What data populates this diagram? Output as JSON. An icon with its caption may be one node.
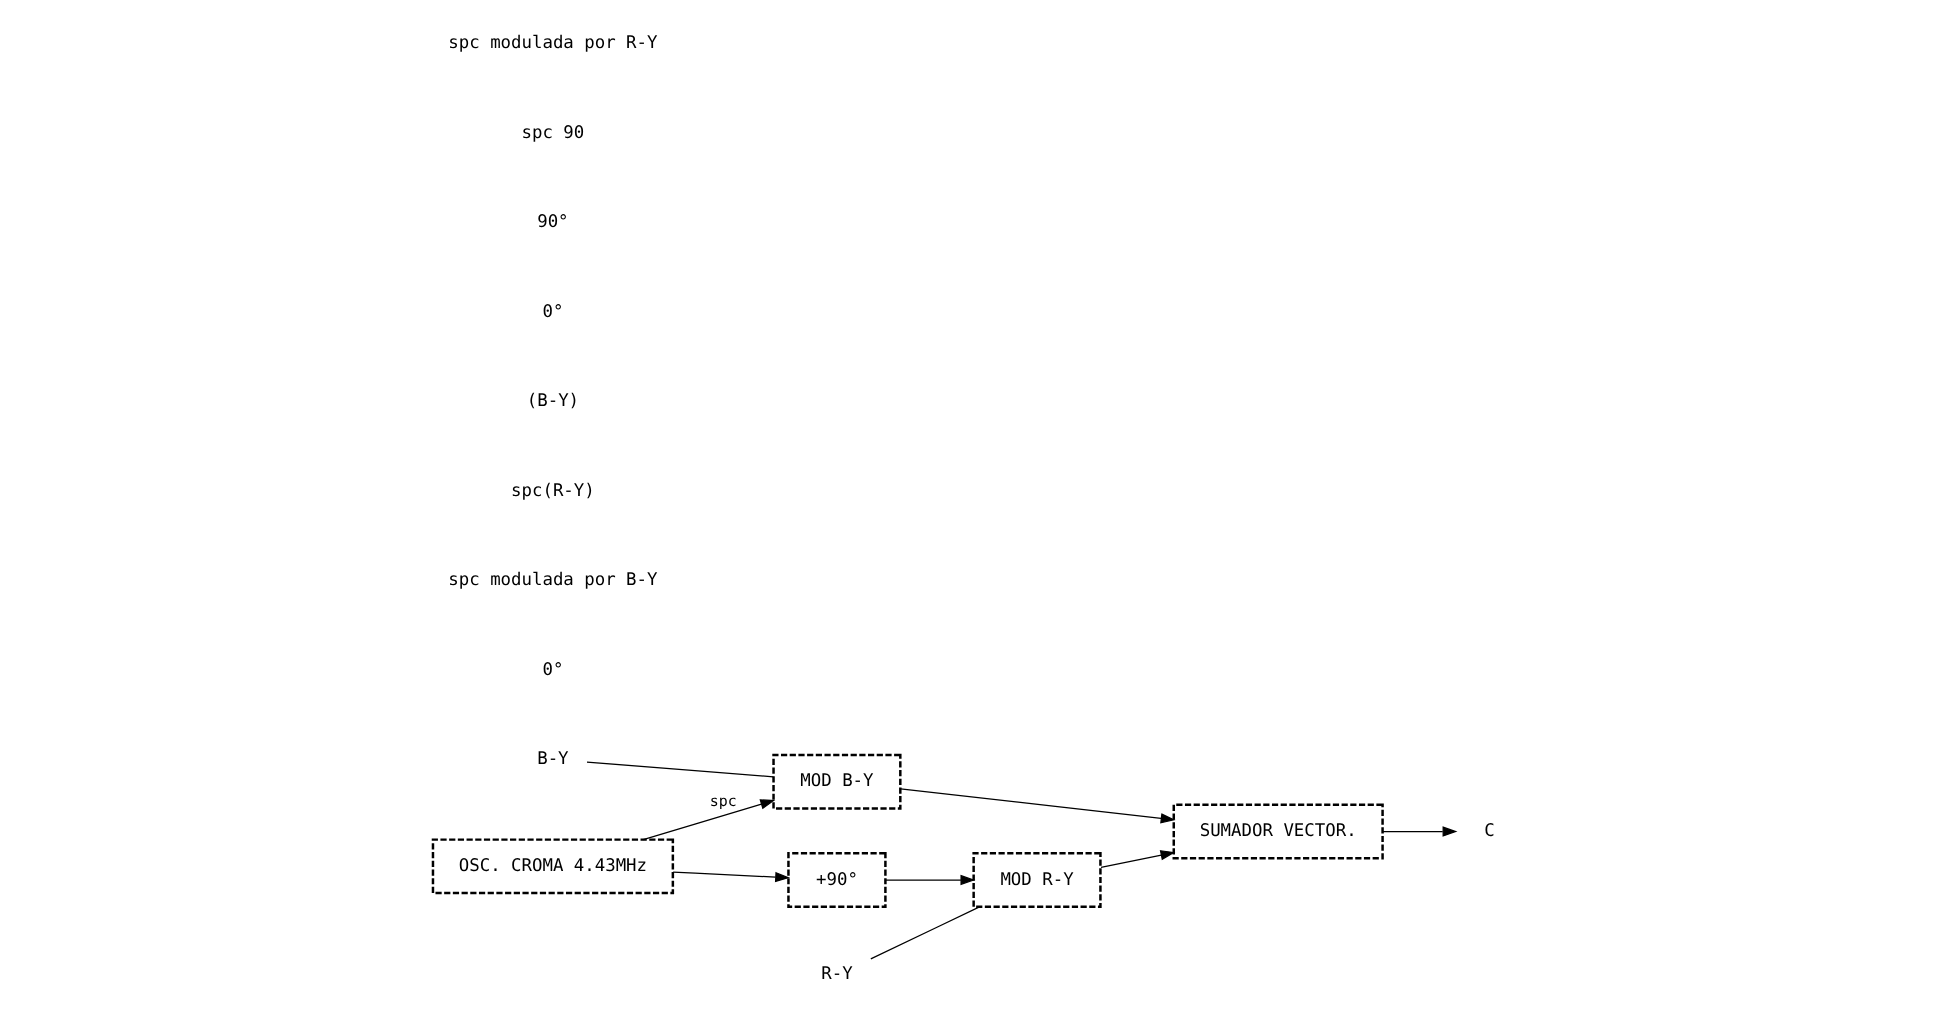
{
  "diagram": {
    "nodes": [
      {
        "text": [
          "OSC. CROMA 4.43MHz"
        ]
      },
      {
        "text": [
          "MOD B-Y"
        ]
      },
      {
        "text": [
          "SUMADOR VECTOR."
        ]
      },
      {
        "text": [
          "+90°"
        ]
      },
      {
        "text": [
          "MOD R-Y"
        ]
      },
      {
        "text": [
          "B-Y"
        ]
      },
      {
        "text": [
          "R-Y"
        ]
      },
      {
        "text": [
          "C"
        ]
      }
    ],
    "edges": [
      {
        "from": 0,
        "to": 1,
        "arrow": "to",
        "label": "spc"
      },
      {
        "from": 5,
        "to": 1,
        "arrow": "none"
      },
      {
        "from": 1,
        "to": 2,
        "arrow": "to"
      },
      {
        "from": 0,
        "to": 3,
        "arrow": "to"
      },
      {
        "from": 3,
        "to": 4,
        "arrow": "to"
      },
      {
        "from": 6,
        "to": 4,
        "arrow": "none"
      },
      {
        "from": 4,
        "to": 2,
        "arrow": "to"
      },
      {
        "from": 2,
        "to": 7,
        "arrow": "to"
      }
    ],
    "labels": [
      "0°",
      "spc modulada por B-Y",
      "spc(R-Y)",
      "(B-Y)",
      "0°",
      "90°",
      "spc 90",
      "spc modulada por R-Y"
    ]
  }
}
